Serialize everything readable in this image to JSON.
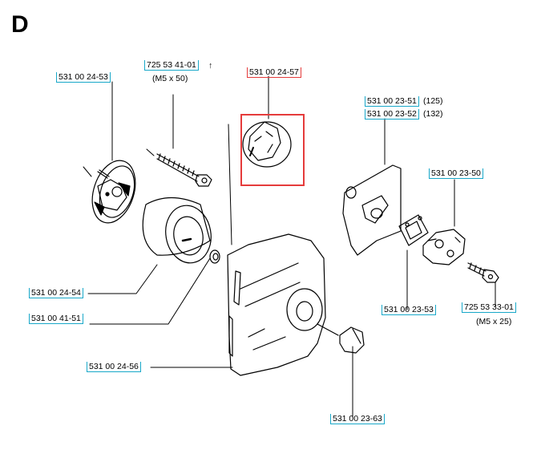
{
  "section": "D",
  "highlight_color": "#e53b3b",
  "label_box_color": "#19a8c9",
  "labels": {
    "p_53100_2453": "531 00 24-53",
    "p_72553_4101": "725 53 41-01",
    "p_72553_4101_arrow": "↑",
    "p_72553_4101_note": "(M5 x 50)",
    "p_53100_2457": "531 00 24-57",
    "p_53100_2351": "531 00 23-51",
    "p_53100_2351_note": "(125)",
    "p_53100_2352": "531 00 23-52",
    "p_53100_2352_note": "(132)",
    "p_53100_2350": "531 00 23-50",
    "p_53100_2454": "531 00 24-54",
    "p_53100_4151": "531 00 41-51",
    "p_53100_2456": "531 00 24-56",
    "p_53100_2353": "531 00 23-53",
    "p_72553_3301": "725 53 33-01",
    "p_72553_3301_note": "(M5 x 25)",
    "p_53100_2363": "531 00 23-63"
  }
}
